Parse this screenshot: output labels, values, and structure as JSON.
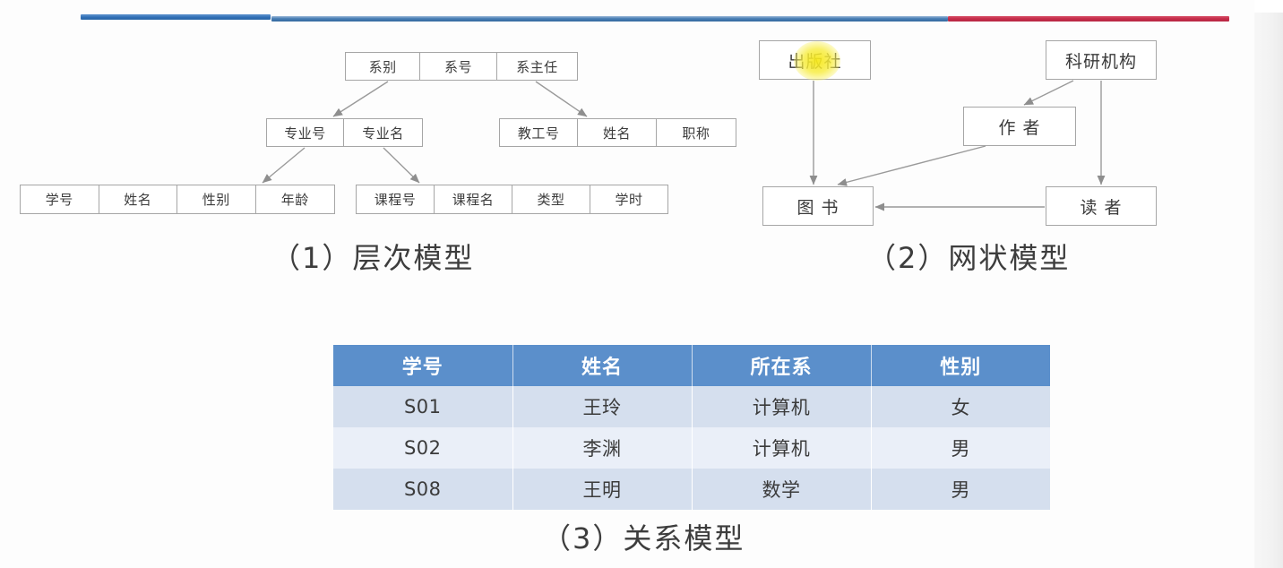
{
  "slide": {
    "background_color": "#fdfdfd",
    "rules": [
      {
        "name": "rule-left-blue",
        "color": "#2f6fb5"
      },
      {
        "name": "rule-mid-blue",
        "color": "#4a7fb5"
      },
      {
        "name": "rule-right-red",
        "color": "#c62e4b"
      }
    ]
  },
  "hierarchical_model": {
    "caption": "（1）层次模型",
    "rows": {
      "level1": [
        "系别",
        "系号",
        "系主任"
      ],
      "level2_left": [
        "专业号",
        "专业名"
      ],
      "level2_right": [
        "教工号",
        "姓名",
        "职称"
      ],
      "level3_left": [
        "学号",
        "姓名",
        "性别",
        "年龄"
      ],
      "level3_right": [
        "课程号",
        "课程名",
        "类型",
        "学时"
      ]
    }
  },
  "network_model": {
    "caption": "（2）网状模型",
    "nodes": [
      {
        "id": "publisher",
        "label": "出版社",
        "highlighted": true
      },
      {
        "id": "institute",
        "label": "科研机构",
        "highlighted": false
      },
      {
        "id": "author",
        "label": "作 者",
        "highlighted": false
      },
      {
        "id": "book",
        "label": "图 书",
        "highlighted": false
      },
      {
        "id": "reader",
        "label": "读 者",
        "highlighted": false
      }
    ],
    "edges": [
      {
        "from": "publisher",
        "to": "book"
      },
      {
        "from": "institute",
        "to": "author"
      },
      {
        "from": "institute",
        "to": "reader"
      },
      {
        "from": "author",
        "to": "book"
      },
      {
        "from": "reader",
        "to": "book"
      }
    ],
    "highlight_color": "#f6e81a"
  },
  "relational_model": {
    "caption": "（3）关系模型",
    "header_color": "#5b8fcb",
    "columns": [
      "学号",
      "姓名",
      "所在系",
      "性别"
    ],
    "rows": [
      [
        "S01",
        "王玲",
        "计算机",
        "女"
      ],
      [
        "S02",
        "李渊",
        "计算机",
        "男"
      ],
      [
        "S08",
        "王明",
        "数学",
        "男"
      ]
    ]
  }
}
